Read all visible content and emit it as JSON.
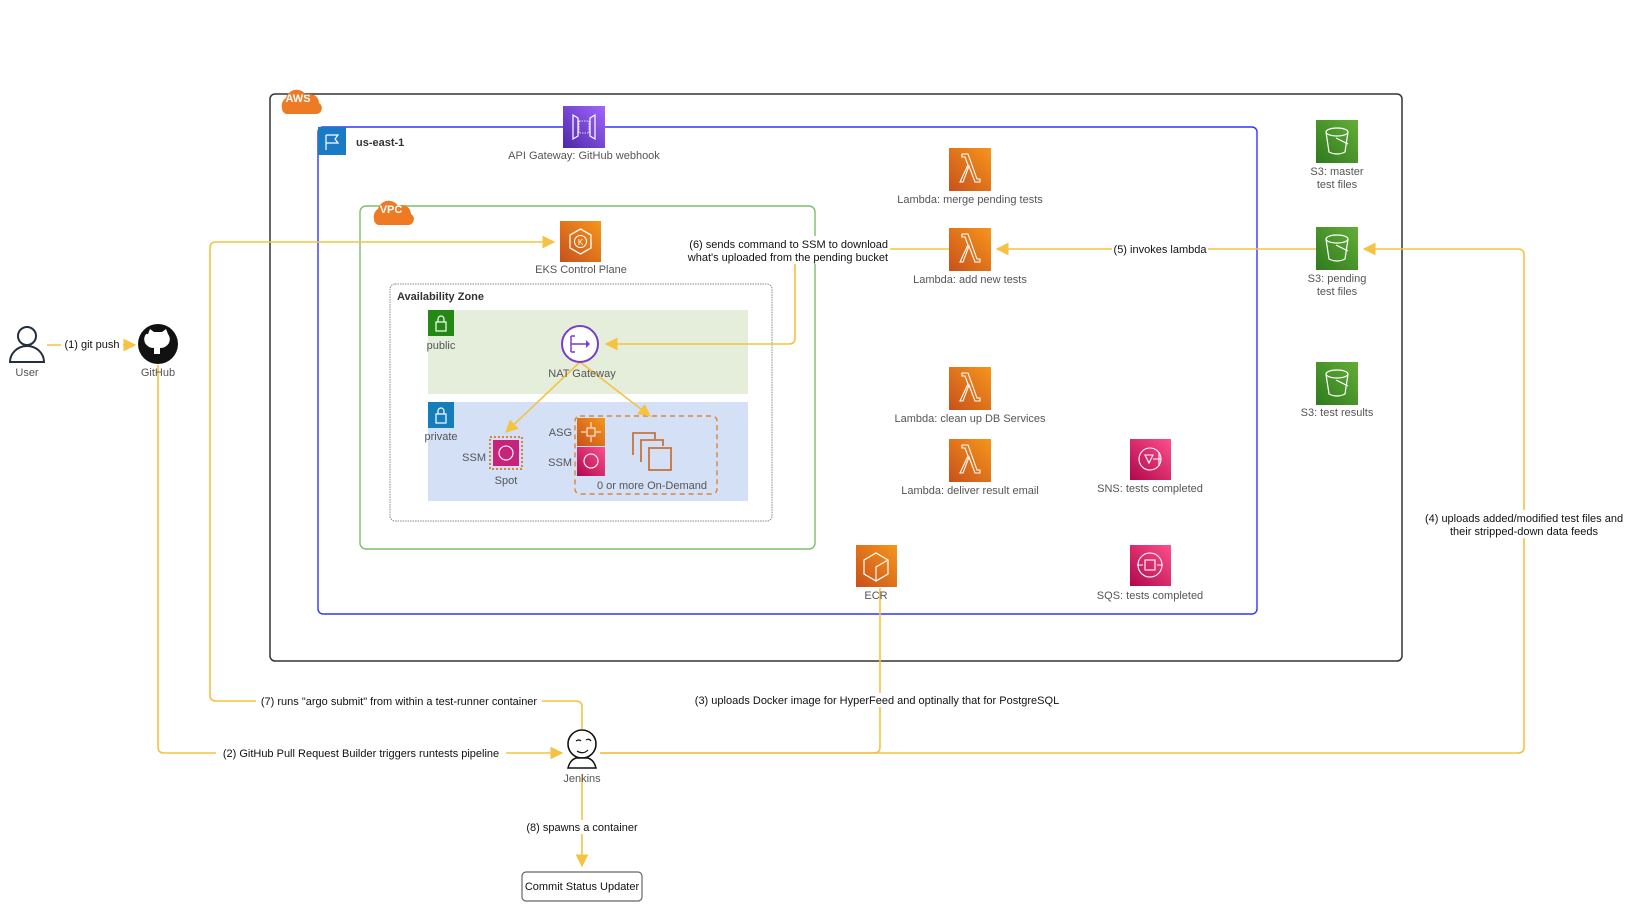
{
  "colors": {
    "edge": "#f5c242",
    "aws_border": "#333333",
    "region_border": "#3333ff",
    "vpc_border": "#7bbf6a",
    "public_subnet_fill": "#e4eedb",
    "private_subnet_fill": "#d3e0f5",
    "compute_orange": "#e8731b",
    "storage_green": "#3f8f24",
    "integration_pink": "#d6246e",
    "network_purple": "#7a3bd1",
    "region_blue": "#1a7ac4"
  },
  "groups": {
    "aws": "AWS",
    "region": "us-east-1",
    "vpc": "VPC",
    "availability_zone": "Availability Zone",
    "public_subnet": "public",
    "private_subnet": "private"
  },
  "nodes": {
    "user": {
      "label": "User",
      "icon": "user-icon"
    },
    "github": {
      "label": "GitHub",
      "icon": "github-icon"
    },
    "api_gateway": {
      "label": "API Gateway: GitHub webhook",
      "icon": "api-gateway-icon"
    },
    "eks": {
      "label": "EKS Control Plane",
      "icon": "eks-icon"
    },
    "nat": {
      "label": "NAT Gateway",
      "icon": "nat-gateway-icon"
    },
    "spot": {
      "label": "Spot",
      "side_label": "SSM",
      "icon": "ec2-spot-icon"
    },
    "asg": {
      "label": "ASG",
      "icon": "auto-scaling-icon"
    },
    "ssm": {
      "label": "SSM",
      "icon": "ssm-icon"
    },
    "on_demand": {
      "label": "0 or more On-Demand",
      "icon": "instances-icon"
    },
    "lambda_merge": {
      "label": "Lambda: merge pending tests",
      "icon": "lambda-icon"
    },
    "lambda_add": {
      "label": "Lambda: add new tests",
      "icon": "lambda-icon"
    },
    "lambda_cleanup": {
      "label": "Lambda: clean up DB Services",
      "icon": "lambda-icon"
    },
    "lambda_email": {
      "label": "Lambda: deliver result email",
      "icon": "lambda-icon"
    },
    "sns": {
      "label": "SNS: tests completed",
      "icon": "sns-icon"
    },
    "sqs": {
      "label": "SQS: tests completed",
      "icon": "sqs-icon"
    },
    "ecr": {
      "label": "ECR",
      "icon": "ecr-icon"
    },
    "s3_master": {
      "label_lines": [
        "S3: master",
        "test files"
      ],
      "icon": "s3-bucket-icon"
    },
    "s3_pending": {
      "label_lines": [
        "S3: pending",
        "test files"
      ],
      "icon": "s3-bucket-icon"
    },
    "s3_results": {
      "label": "S3: test results",
      "icon": "s3-bucket-icon"
    },
    "jenkins": {
      "label": "Jenkins",
      "icon": "jenkins-icon"
    },
    "commit_status": {
      "label": "Commit Status Updater"
    }
  },
  "edges": {
    "e1": "(1) git push",
    "e2": "(2) GitHub Pull Request Builder triggers runtests pipeline",
    "e3": "(3) uploads Docker image for HyperFeed and optinally that for PostgreSQL",
    "e4": [
      "(4) uploads added/modified test files and",
      "their stripped-down data feeds"
    ],
    "e5": "(5) invokes lambda",
    "e6": [
      "(6) sends command to SSM to download",
      "what's uploaded from the pending bucket"
    ],
    "e7": "(7) runs \"argo submit\" from within a test-runner container",
    "e8": "(8) spawns a container"
  }
}
